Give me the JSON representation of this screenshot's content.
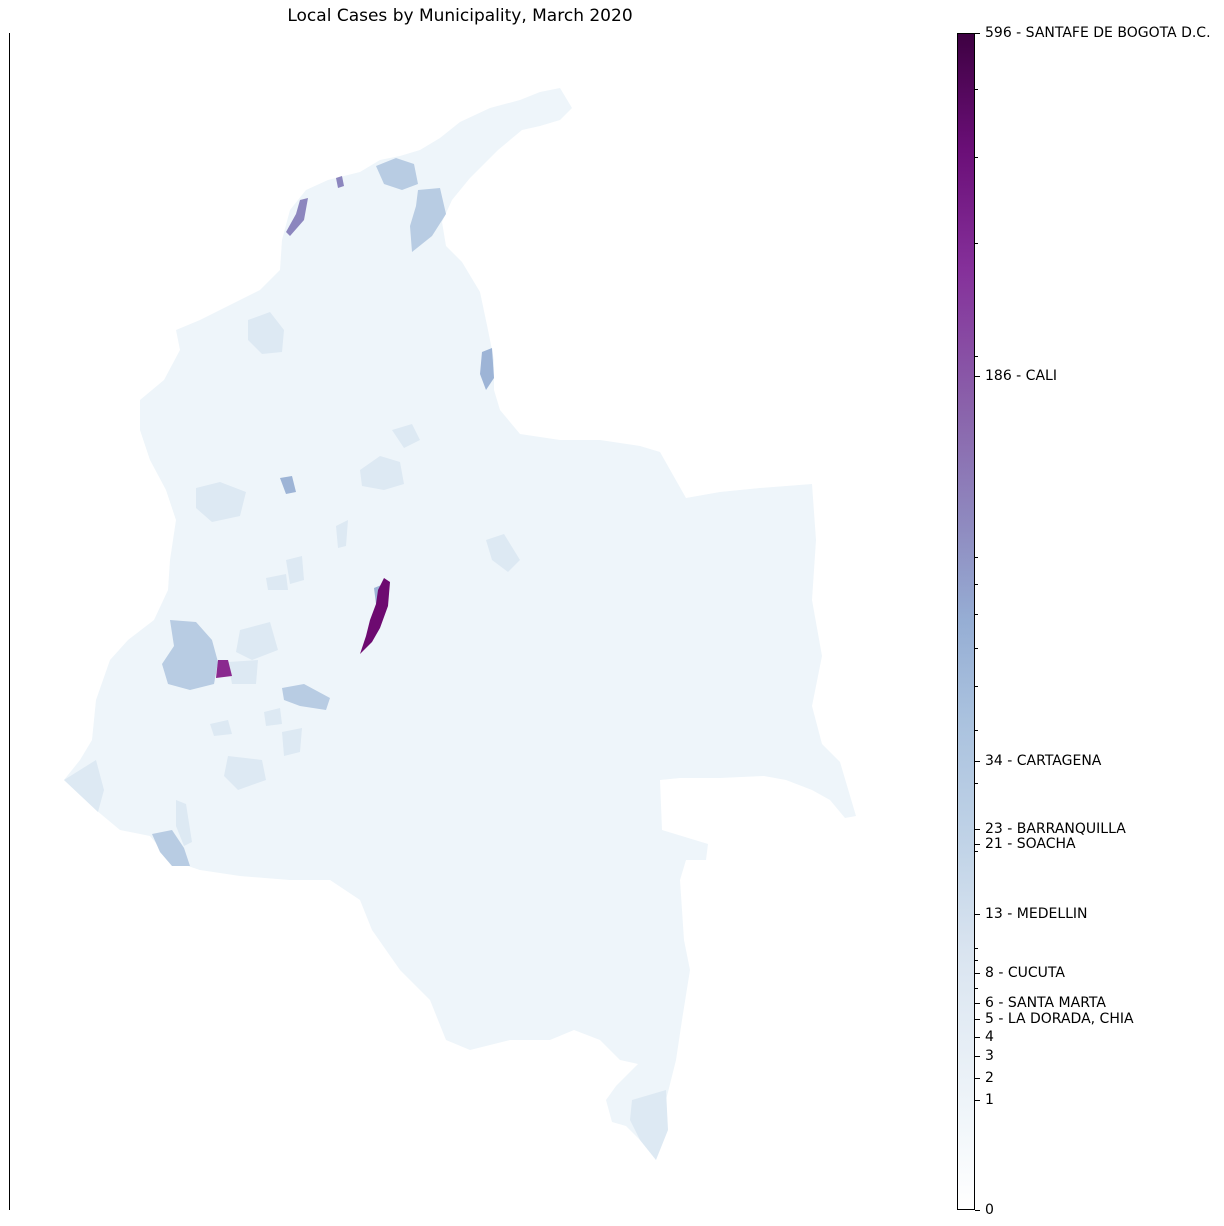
{
  "title": "Local Cases by Municipality, March 2020",
  "colors": {
    "base": "#eef5fa",
    "low": "#dde9f3",
    "mid": "#b8cce3",
    "blue": "#9db4d6",
    "lavender": "#8c86be",
    "cali": "#8a2a8f",
    "bogota": "#6d0a70"
  },
  "colorbar": {
    "ticks": [
      {
        "value": 596,
        "label": "596 - SANTAFE DE BOGOTA D.C."
      },
      {
        "value": 186,
        "label": "186 - CALI"
      },
      {
        "value": 34,
        "label": "34 - CARTAGENA"
      },
      {
        "value": 23,
        "label": "23 - BARRANQUILLA"
      },
      {
        "value": 21,
        "label": "21 - SOACHA"
      },
      {
        "value": 13,
        "label": "13 - MEDELLIN"
      },
      {
        "value": 8,
        "label": "8 - CUCUTA"
      },
      {
        "value": 6,
        "label": "6 - SANTA MARTA"
      },
      {
        "value": 5,
        "label": "5 - LA DORADA, CHIA"
      },
      {
        "value": 4,
        "label": "4"
      },
      {
        "value": 3,
        "label": "3"
      },
      {
        "value": 2,
        "label": "2"
      },
      {
        "value": 1,
        "label": "1"
      },
      {
        "value": 0,
        "label": "0"
      }
    ],
    "minor_ticks": [
      500,
      400,
      300,
      200,
      90,
      80,
      70,
      60,
      50,
      40,
      30,
      20,
      10,
      9,
      7
    ]
  }
}
